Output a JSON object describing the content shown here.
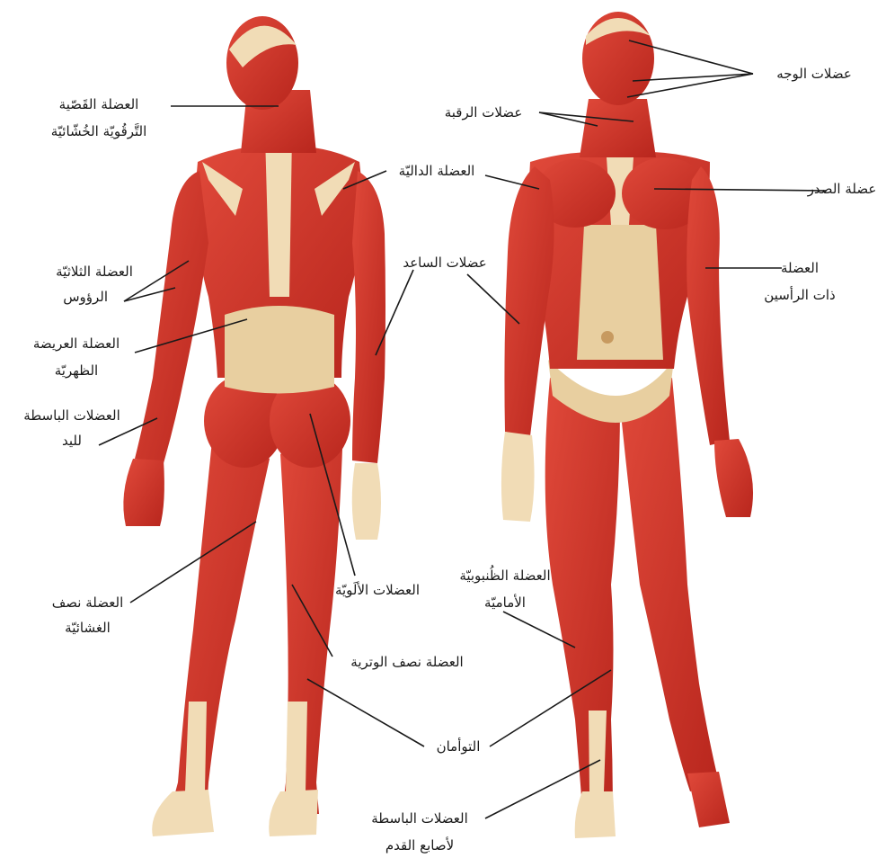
{
  "labels": {
    "face": [
      "عضلات الوجه"
    ],
    "neck": [
      "عضلات الرقبة"
    ],
    "trapezius": [
      "العضلة القَصّية",
      "التَّرقُويّة الخُشّائيّة"
    ],
    "deltoid": [
      "العضلة الداليّة"
    ],
    "chest": [
      "عضلة الصدر"
    ],
    "forearm": [
      "عضلات الساعد"
    ],
    "triceps": [
      "العضلة الثلاثيّة",
      "الرؤوس"
    ],
    "biceps": [
      "العضلة",
      "ذات الرأسين"
    ],
    "latissimus": [
      "العضلة العريضة",
      "الظهريّة"
    ],
    "hand_extensors": [
      "العضلات الباسطة",
      "لليد"
    ],
    "gluteal": [
      "العضلات الألَويّة"
    ],
    "tibialis": [
      "العضلة الظُنبوبيّة",
      "الأماميّة"
    ],
    "semimembranosus": [
      "العضلة نصف",
      "الغشائيّة"
    ],
    "semitendinosus": [
      "العضلة نصف الوترية"
    ],
    "gastrocnemius": [
      "التوأمان"
    ],
    "toe_extensors": [
      "العضلات الباسطة",
      "لأصابع القدم"
    ]
  },
  "colors": {
    "muscle": "#d2352a",
    "muscle_dark": "#a31f18",
    "tendon": "#f1dcb6",
    "skin_shadow": "#d9b98a",
    "line": "#1a1a1a"
  }
}
